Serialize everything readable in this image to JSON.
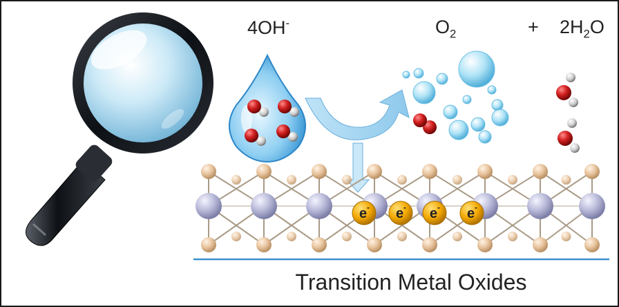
{
  "equation": {
    "reactant_base": "4OH",
    "reactant_sup": "-",
    "product1_base": "O",
    "product1_sub": "2",
    "plus": "+",
    "product2_pre": "2H",
    "product2_sub": "2",
    "product2_post": "O"
  },
  "caption": "Transition Metal Oxides",
  "electron": {
    "base": "e",
    "sup": "-",
    "count": 4
  },
  "icons": [
    "magnifying-glass-icon",
    "water-drop-icon",
    "curved-arrow-icon",
    "down-arrow-icon",
    "oxygen-bubbles-icon",
    "water-molecule-icon"
  ],
  "colors": {
    "oxygen": "#d21f1f",
    "hydrogen": "#d9d9d9",
    "metal": "#b8b9d8",
    "lattice_o": "#e8c49e",
    "electron": "#f3a800",
    "surface_line": "#3a8fd0",
    "drop": "#5fb6ea",
    "bubble": "#8fd6f2"
  }
}
